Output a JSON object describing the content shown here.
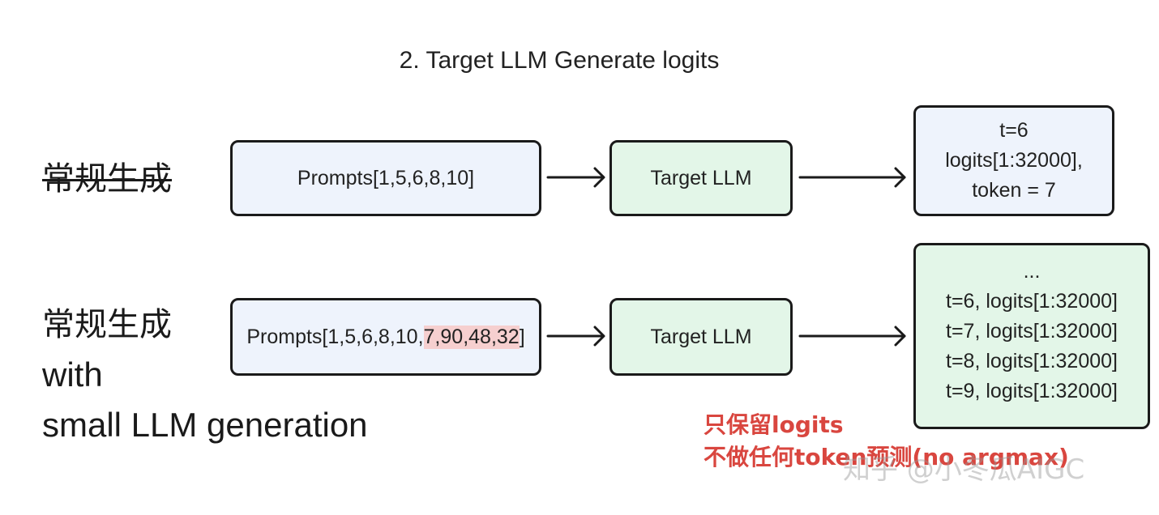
{
  "title": "2. Target LLM Generate logits",
  "row1": {
    "label": "常规生成",
    "prompt": "Prompts[1,5,6,8,10]",
    "model": "Target LLM",
    "output_lines": [
      "t=6",
      "logits[1:32000],",
      "token = 7"
    ]
  },
  "row2": {
    "label_lines": [
      "常规生成",
      "with",
      "small LLM generation"
    ],
    "prompt_prefix": "Prompts[1,5,6,8,10,",
    "prompt_highlight": "7,90,48,32",
    "prompt_suffix": "]",
    "model": "Target LLM",
    "output_lines": [
      "...",
      "t=6, logits[1:32000]",
      "t=7, logits[1:32000]",
      "t=8, logits[1:32000]",
      "t=9, logits[1:32000]"
    ]
  },
  "note_lines": [
    "只保留logits",
    "不做任何token预测(no argmax)"
  ],
  "watermark": "知乎 @小冬瓜AIGC",
  "colors": {
    "input_box": "#eef3fc",
    "model_box": "#e3f6e8",
    "highlight": "#f6cfcf",
    "note": "#d9463f"
  }
}
